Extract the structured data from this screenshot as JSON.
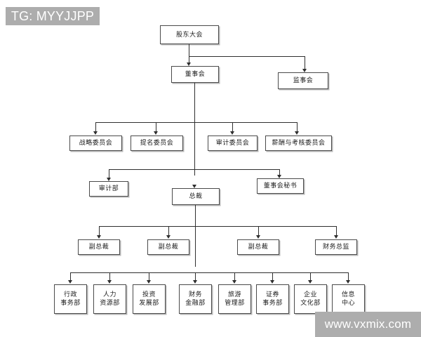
{
  "watermarks": {
    "telegram": "TG: MYYJJPP",
    "website": "www.vxmix.com"
  },
  "chart_title": "",
  "org_chart": {
    "type": "org-hierarchy",
    "levels": [
      {
        "level": 1,
        "nodes": [
          {
            "id": "shareholders",
            "label": "股东大会",
            "lines": [
              "股东大会"
            ]
          }
        ]
      },
      {
        "level": 2,
        "nodes": [
          {
            "id": "board",
            "label": "董事会",
            "lines": [
              "董事会"
            ]
          },
          {
            "id": "supervisors",
            "label": "监事会",
            "lines": [
              "监事会"
            ]
          }
        ]
      },
      {
        "level": 3,
        "nodes": [
          {
            "id": "committee-strategy",
            "label": "战略委员会",
            "lines": [
              "战略委员会"
            ]
          },
          {
            "id": "committee-nomination",
            "label": "提名委员会",
            "lines": [
              "提名委员会"
            ]
          },
          {
            "id": "committee-audit",
            "label": "审计委员会",
            "lines": [
              "审计委员会"
            ]
          },
          {
            "id": "committee-compensation",
            "label": "薪酬与考核委员会",
            "lines": [
              "薪酬与考核委员会"
            ]
          }
        ]
      },
      {
        "level": 4,
        "nodes": [
          {
            "id": "audit-dept",
            "label": "审计部",
            "lines": [
              "审计部"
            ]
          },
          {
            "id": "president",
            "label": "总裁",
            "lines": [
              "总裁"
            ]
          },
          {
            "id": "board-secretary",
            "label": "董事会秘书",
            "lines": [
              "董事会秘书"
            ]
          }
        ]
      },
      {
        "level": 5,
        "nodes": [
          {
            "id": "vp-1",
            "label": "副总裁",
            "lines": [
              "副总裁"
            ]
          },
          {
            "id": "vp-2",
            "label": "副总裁",
            "lines": [
              "副总裁"
            ]
          },
          {
            "id": "vp-3",
            "label": "副总裁",
            "lines": [
              "副总裁"
            ]
          },
          {
            "id": "cfo",
            "label": "财务总监",
            "lines": [
              "财务总监"
            ]
          }
        ]
      },
      {
        "level": 6,
        "nodes": [
          {
            "id": "dept-admin",
            "label": "行政事务部",
            "lines": [
              "行政",
              "事务部"
            ]
          },
          {
            "id": "dept-hr",
            "label": "人力资源部",
            "lines": [
              "人力",
              "资源部"
            ]
          },
          {
            "id": "dept-investment",
            "label": "投资发展部",
            "lines": [
              "投资",
              "发展部"
            ]
          },
          {
            "id": "dept-finance",
            "label": "财务金融部",
            "lines": [
              "财务",
              "金融部"
            ]
          },
          {
            "id": "dept-tourism",
            "label": "旅游管理部",
            "lines": [
              "旅游",
              "管理部"
            ]
          },
          {
            "id": "dept-securities",
            "label": "证券事务部",
            "lines": [
              "证券",
              "事务部"
            ]
          },
          {
            "id": "dept-culture",
            "label": "企业文化部",
            "lines": [
              "企业",
              "文化部"
            ]
          },
          {
            "id": "dept-infocenter",
            "label": "信息中心",
            "lines": [
              "信息",
              "中心"
            ]
          }
        ]
      }
    ],
    "edges": [
      {
        "from": "shareholders",
        "to": "board"
      },
      {
        "from": "shareholders",
        "to": "supervisors"
      },
      {
        "from": "board",
        "to": "committee-strategy"
      },
      {
        "from": "board",
        "to": "committee-nomination"
      },
      {
        "from": "board",
        "to": "committee-audit"
      },
      {
        "from": "board",
        "to": "committee-compensation"
      },
      {
        "from": "board",
        "to": "audit-dept"
      },
      {
        "from": "board",
        "to": "president"
      },
      {
        "from": "board",
        "to": "board-secretary"
      },
      {
        "from": "president",
        "to": "vp-1"
      },
      {
        "from": "president",
        "to": "vp-2"
      },
      {
        "from": "president",
        "to": "vp-3"
      },
      {
        "from": "president",
        "to": "cfo"
      },
      {
        "from": "president",
        "to": "dept-admin"
      },
      {
        "from": "president",
        "to": "dept-hr"
      },
      {
        "from": "president",
        "to": "dept-investment"
      },
      {
        "from": "president",
        "to": "dept-finance"
      },
      {
        "from": "president",
        "to": "dept-tourism"
      },
      {
        "from": "president",
        "to": "dept-securities"
      },
      {
        "from": "president",
        "to": "dept-culture"
      },
      {
        "from": "president",
        "to": "dept-infocenter"
      }
    ]
  },
  "colors": {
    "page_background": "#ffffff",
    "box_fill": "#ffffff",
    "box_border": "#4a4a4a",
    "box_shadow": "#b9b9b9",
    "connector": "#2f2f2f",
    "text": "#1a1a1a",
    "watermark_background": "#adadad",
    "watermark_text": "#ffffff"
  }
}
